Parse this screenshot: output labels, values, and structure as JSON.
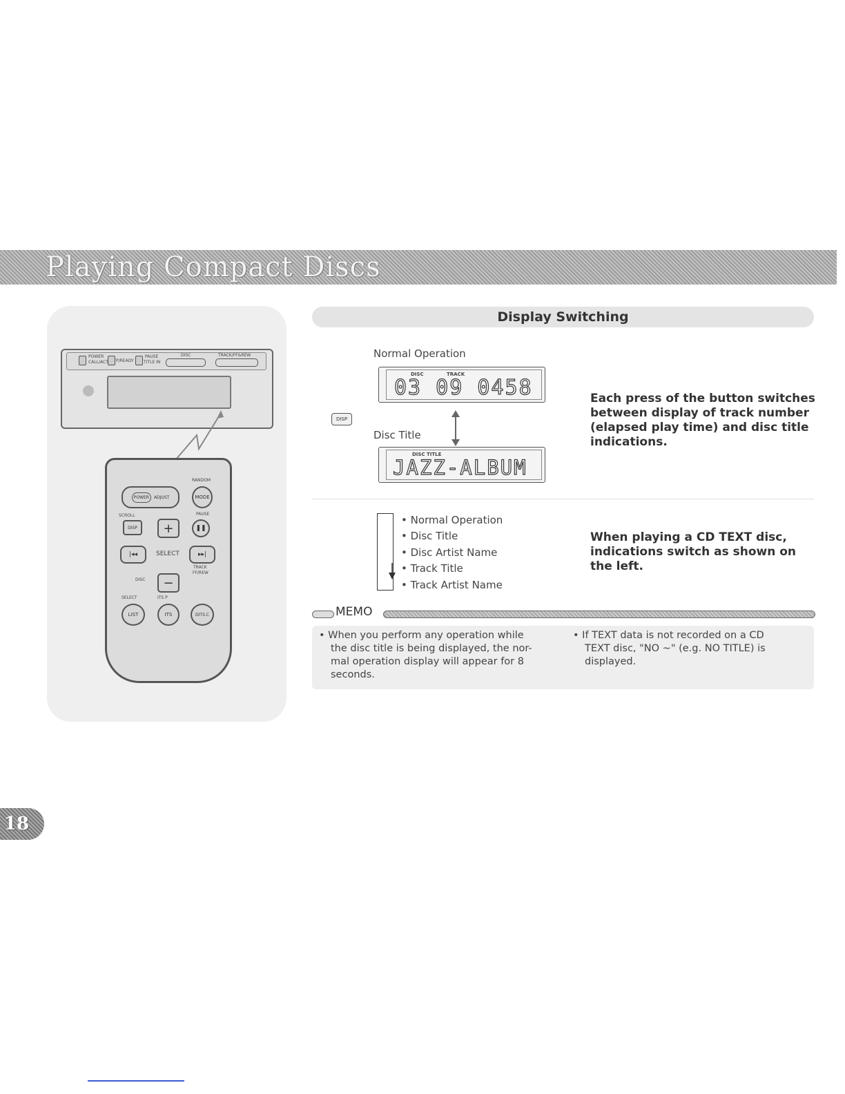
{
  "header": {
    "title": "Playing Compact Discs"
  },
  "illustration": {
    "head_unit_labels": [
      "POWER",
      "CALL/ACT",
      "P/READY",
      "PAUSE",
      "TITLE IN",
      "DISC",
      "TRACK/FF&REW"
    ],
    "remote_labels": {
      "random": "RANDOM",
      "power": "POWER",
      "adjust": "ADJUST",
      "mode": "MODE",
      "scroll": "SCROLL",
      "pause": "PAUSE",
      "disp": "DISP",
      "plus": "+",
      "minus": "−",
      "select": "SELECT",
      "disc": "DISC",
      "track": "TRACK",
      "ffrew": "FF/REW",
      "list_top": "SELECT",
      "its_top": "ITS P",
      "list": "LIST",
      "its": "ITS",
      "ditsc": "DITS.C"
    }
  },
  "section": {
    "title": "Display Switching",
    "normal_label": "Normal Operation",
    "disc_title_label": "Disc Title",
    "disp_button": "DISP",
    "lcd1": {
      "disc_label": "DISC",
      "track_label": "TRACK",
      "text": "03 09 0458"
    },
    "lcd2": {
      "label": "DISC TITLE",
      "text": "JAZZ-ALBUM"
    },
    "desc1": [
      "Each press of the button switches",
      "between display of track number",
      "(elapsed play time) and disc title",
      "indications."
    ],
    "cycle": [
      "• Normal Operation",
      "• Disc Title",
      "• Disc Artist Name",
      "• Track Title",
      "• Track Artist Name"
    ],
    "desc2": [
      "When playing a CD TEXT disc,",
      "indications switch as shown on",
      "the left."
    ]
  },
  "memo": {
    "title": "MEMO",
    "left": [
      "•  When you perform any operation while",
      "the disc title is being displayed, the nor-",
      "mal operation display will appear for 8",
      "seconds."
    ],
    "right": [
      "•  If TEXT data is not recorded on a CD",
      "TEXT disc, \"NO ~\" (e.g. NO TITLE) is",
      "displayed."
    ]
  },
  "page_number": "18"
}
